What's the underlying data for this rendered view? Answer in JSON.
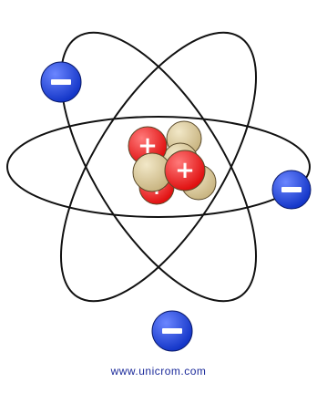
{
  "diagram": {
    "subject": "atom",
    "electron_symbol": "−",
    "proton_symbol": "+",
    "electron_count": 3,
    "proton_count": 3,
    "neutron_count": 4,
    "colors": {
      "orbit": "#111111",
      "electron": "#1436c8",
      "electron_highlight": "#6b86ff",
      "proton": "#e01010",
      "proton_highlight": "#ff7a7a",
      "neutron": "#d8c89a",
      "neutron_highlight": "#f2e8c8",
      "symbol": "#ffffff"
    }
  },
  "credit": {
    "text": "www.unicrom.com",
    "color": "#1b2a9a"
  }
}
